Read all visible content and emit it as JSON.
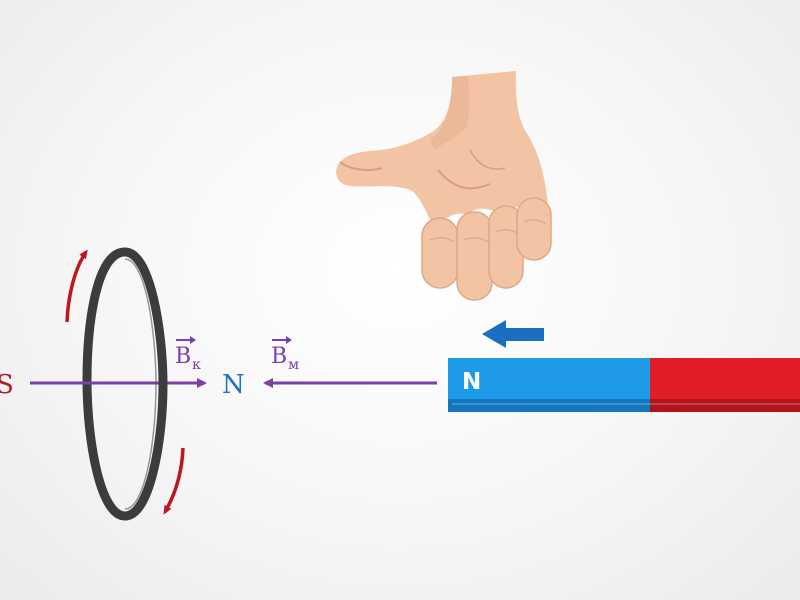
{
  "labels": {
    "coil_pole": "S",
    "coil_field_pole": "N",
    "coil_field_vector": "B",
    "coil_field_subscript": "к",
    "magnet_field_vector": "B",
    "magnet_field_subscript": "м",
    "magnet_pole": "N"
  },
  "colors": {
    "coil_pole": "#b01a2a",
    "coil_field_pole": "#1f6fd1",
    "field_vectors": "#7b3fa8",
    "field_lines": "#7b3fa8",
    "current_arrows": "#c0151f",
    "ring": "#3c3c3c",
    "magnet_north": "#1e9be6",
    "magnet_south": "#e11d27",
    "motion_arrow": "#1c6fc0",
    "skin": "#f2c4a3"
  },
  "icons": {
    "hand": "hand-icon",
    "motion": "arrow-left-icon",
    "current": "curved-arrow-icon"
  }
}
